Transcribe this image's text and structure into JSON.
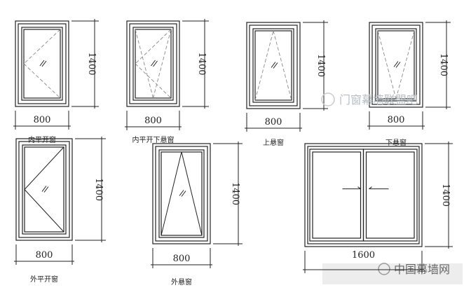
{
  "windows": [
    {
      "type": "inward-casement",
      "label": "内平开窗",
      "width_dim": "800",
      "height_dim": "1400"
    },
    {
      "type": "tilt-turn",
      "label": "内平开下悬窗",
      "width_dim": "800",
      "height_dim": "1400"
    },
    {
      "type": "top-hung",
      "label": "上悬窗",
      "width_dim": "800",
      "height_dim": "1400"
    },
    {
      "type": "bottom-hung",
      "label": "下悬窗",
      "width_dim": "800",
      "height_dim": "1400"
    },
    {
      "type": "outward-casement",
      "label": "外平开窗",
      "width_dim": "800",
      "height_dim": "1400"
    },
    {
      "type": "outward-top-hung",
      "label": "外悬窗",
      "width_dim": "800",
      "height_dim": "1400"
    },
    {
      "type": "sliding",
      "label": "",
      "width_dim": "1600",
      "height_dim": "1400"
    }
  ],
  "watermarks": [
    "门窗幕墙联盟吧",
    "中国幕墙网"
  ],
  "colors": {
    "line": "#222222",
    "dash": "#888888",
    "watermark": "#b9bcc4"
  }
}
